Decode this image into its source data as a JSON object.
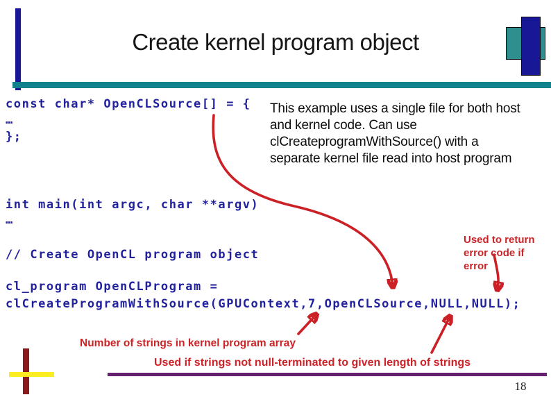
{
  "title": "Create kernel program object",
  "page_number": "18",
  "code": {
    "block1_lines": [
      "const char* OpenCLSource[] = {",
      "…",
      "};"
    ],
    "main_line": "int main(int argc, char **argv)",
    "ellipsis": "…",
    "comment_line": "// Create OpenCL program object",
    "program_line1": "cl_program OpenCLProgram =",
    "program_line2": "clCreateProgramWithSource(GPUContext,7,OpenCLSource,NULL,NULL);"
  },
  "notes": {
    "description_lines": [
      "This example uses a single file for both host",
      "and kernel code. Can use",
      "clCreateprogramWithSource() with a",
      "separate kernel file read into host program"
    ],
    "error_note_lines": [
      "Used to return",
      "error code if",
      "error"
    ],
    "count_note": "Number of strings in kernel program array",
    "length_note": "Used if strings not null-terminated to given length of strings"
  },
  "colors": {
    "code_blue": "#22229e",
    "accent_navy": "#181896",
    "accent_teal": "#11828c",
    "teal_square": "#2f8e8e",
    "annotation_red": "#cb2327",
    "arrow_red": "#cb2026",
    "underline_purple": "#662070",
    "accent_maroon": "#8b1a1a",
    "accent_yellow": "#fced23"
  }
}
